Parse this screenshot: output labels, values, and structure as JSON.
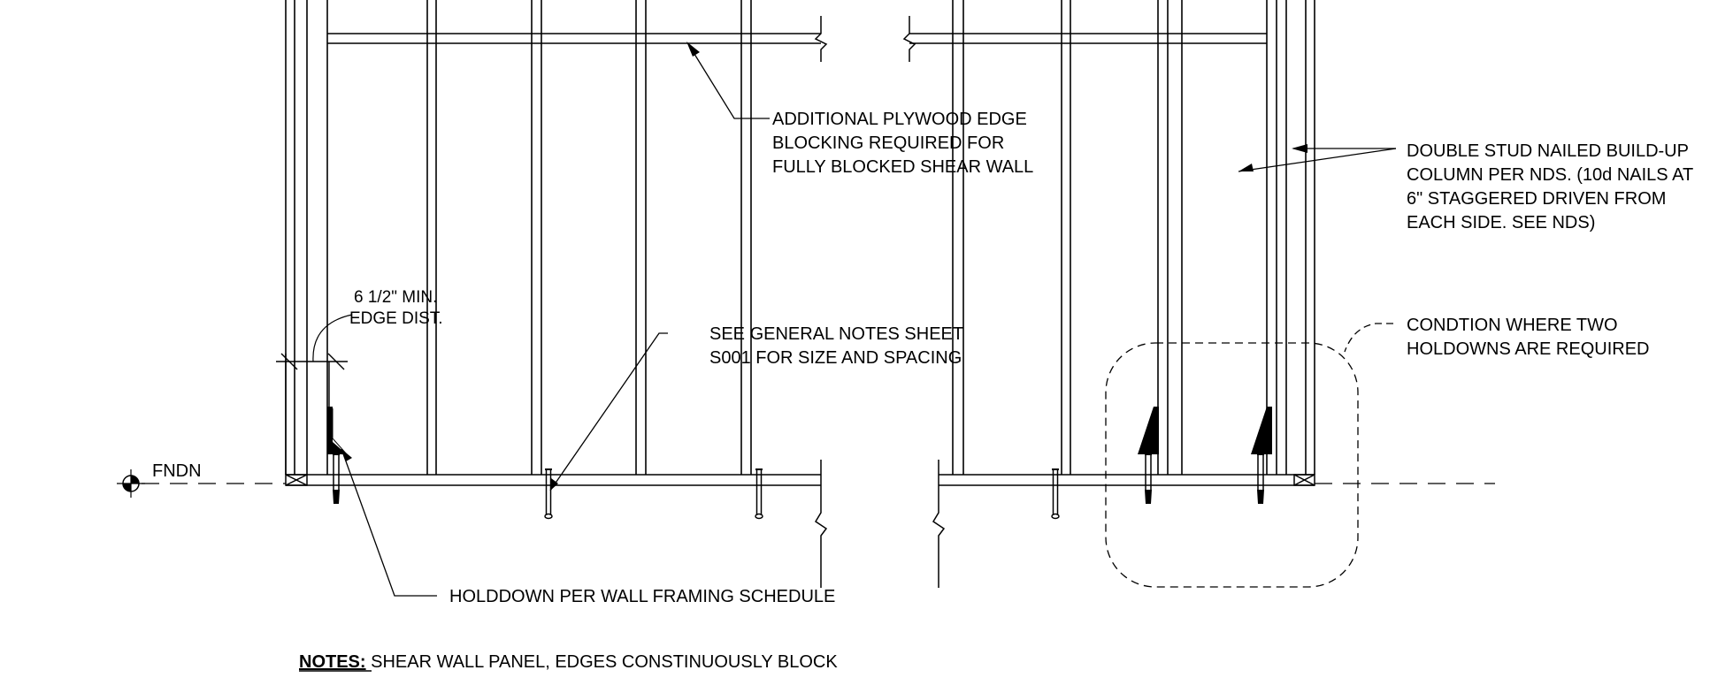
{
  "labels": {
    "blocking": [
      "ADDITIONAL PLYWOOD EDGE",
      "BLOCKING REQUIRED FOR",
      "FULLY BLOCKED SHEAR WALL"
    ],
    "double_stud": [
      "DOUBLE STUD NAILED BUILD-UP",
      "COLUMN PER NDS. (10d NAILS AT",
      "6\" STAGGERED DRIVEN FROM",
      "EACH SIDE. SEE NDS)"
    ],
    "edge_dist": [
      "6 1/2\" MIN.",
      "EDGE DIST."
    ],
    "general_notes": [
      "SEE GENERAL NOTES SHEET",
      "S001 FOR SIZE AND SPACING"
    ],
    "condition": [
      "CONDTION WHERE TWO",
      "HOLDOWNS ARE REQUIRED"
    ],
    "holddown": "HOLDDOWN PER WALL FRAMING SCHEDULE",
    "fndn": "FNDN",
    "notes_label": "NOTES:",
    "notes_text": " SHEAR WALL PANEL, EDGES CONSTINUOUSLY BLOCK"
  },
  "icons": [
    "elevation-target-icon",
    "arrowhead-icon",
    "holddown-bracket-icon",
    "anchor-bolt-icon",
    "break-line-icon"
  ],
  "colors": {
    "line": "#000000",
    "background": "#ffffff"
  }
}
